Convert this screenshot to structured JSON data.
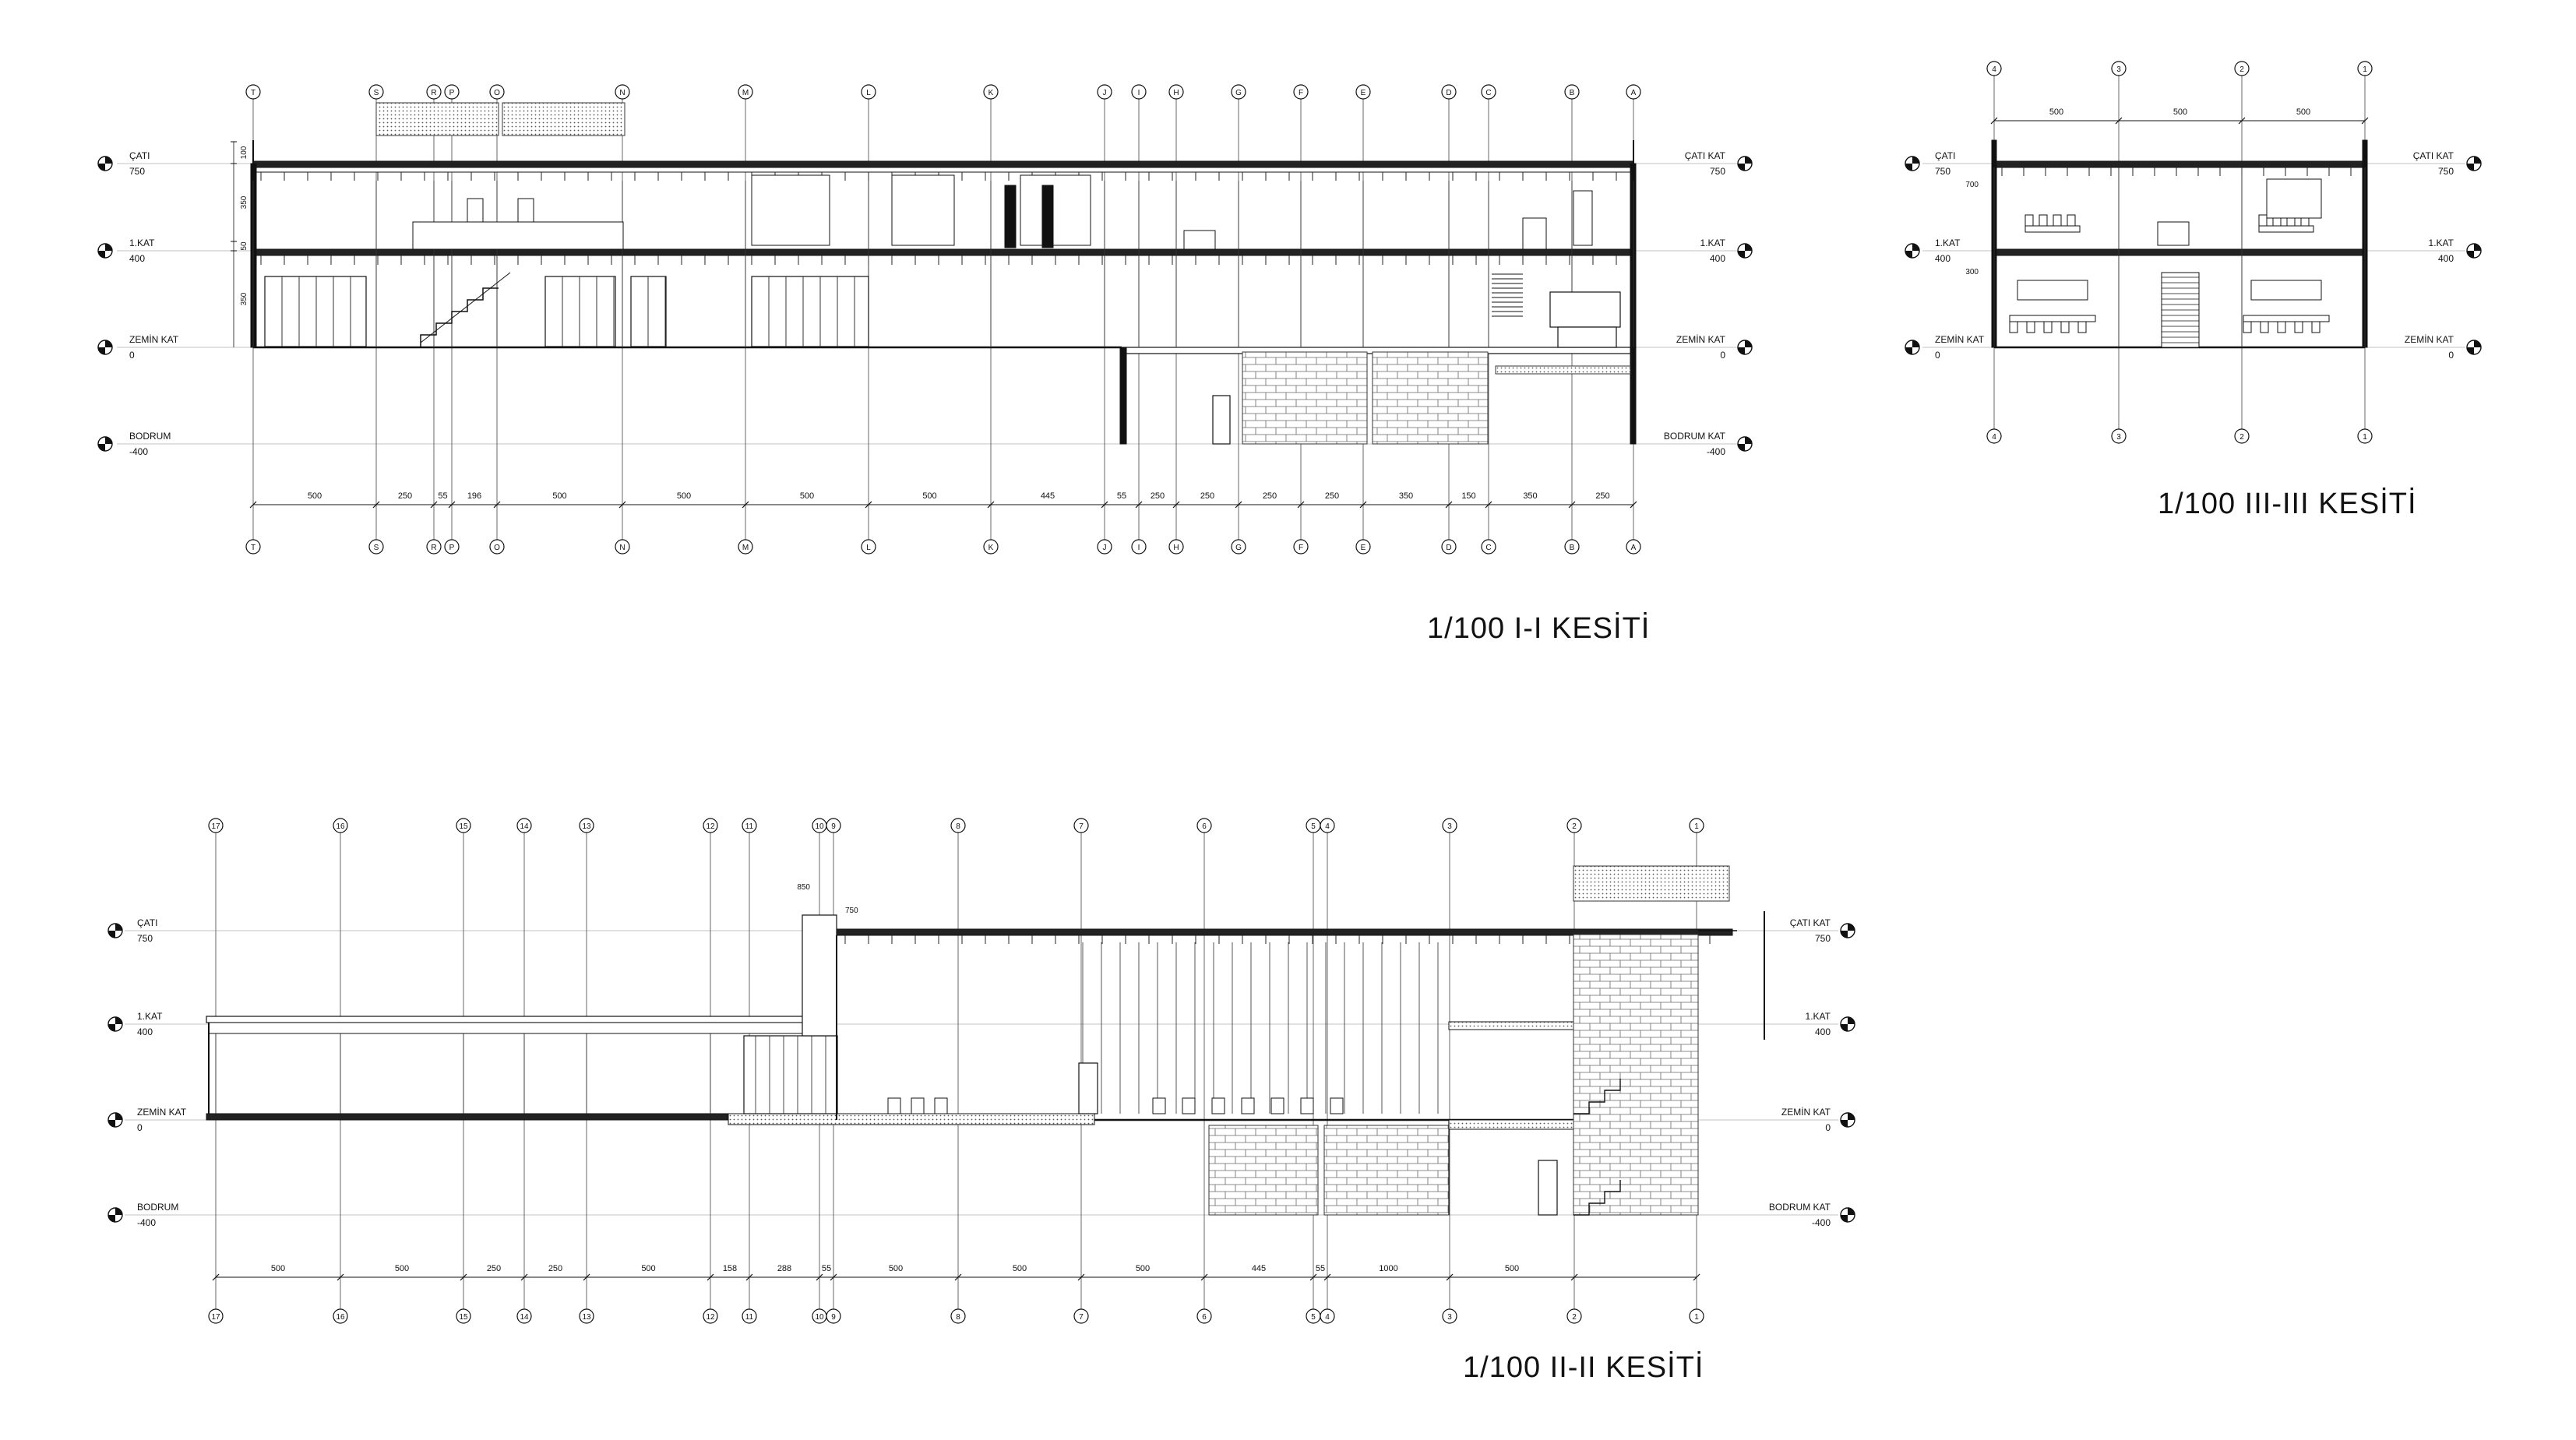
{
  "sheet": {
    "titles": {
      "section_1": "1/100 I-I KESİTİ",
      "section_2": "1/100 II-II KESİTİ",
      "section_3": "1/100 III-III KESİTİ"
    }
  },
  "levels": {
    "cati": {
      "name": "ÇATI",
      "value": "750"
    },
    "cati_kat": {
      "name": "ÇATI KAT",
      "value": "750"
    },
    "kat1": {
      "name": "1.KAT",
      "value": "400"
    },
    "zemin": {
      "name": "ZEMİN KAT",
      "value": "0"
    },
    "bodrum": {
      "name": "BODRUM",
      "value": "-400"
    },
    "bodrum_kat": {
      "name": "BODRUM KAT",
      "value": "-400"
    }
  },
  "section_1": {
    "axes": [
      "T",
      "S",
      "R",
      "P",
      "O",
      "N",
      "M",
      "L",
      "K",
      "J",
      "I",
      "H",
      "G",
      "F",
      "E",
      "D",
      "C",
      "B",
      "A"
    ],
    "spans": [
      "500",
      "250",
      "55",
      "196",
      "500",
      "500",
      "500",
      "500",
      "445",
      "55",
      "250",
      "250",
      "250",
      "250",
      "350",
      "150",
      "350",
      "250"
    ],
    "vertical_dims": [
      "100",
      "350",
      "50",
      "350"
    ]
  },
  "section_2": {
    "axes": [
      "17",
      "16",
      "15",
      "14",
      "13",
      "12",
      "11",
      "10",
      "9",
      "8",
      "7",
      "6",
      "5",
      "4",
      "3",
      "2",
      "1"
    ],
    "spans": [
      "500",
      "500",
      "250",
      "250",
      "500",
      "158",
      "288",
      "55",
      "500",
      "500",
      "500",
      "445",
      "55",
      "1000",
      "500"
    ],
    "notes": [
      "850",
      "750"
    ]
  },
  "section_3": {
    "axes": [
      "4",
      "3",
      "2",
      "1"
    ],
    "spans": [
      "500",
      "500",
      "500"
    ],
    "notes": [
      "700",
      "300"
    ]
  }
}
